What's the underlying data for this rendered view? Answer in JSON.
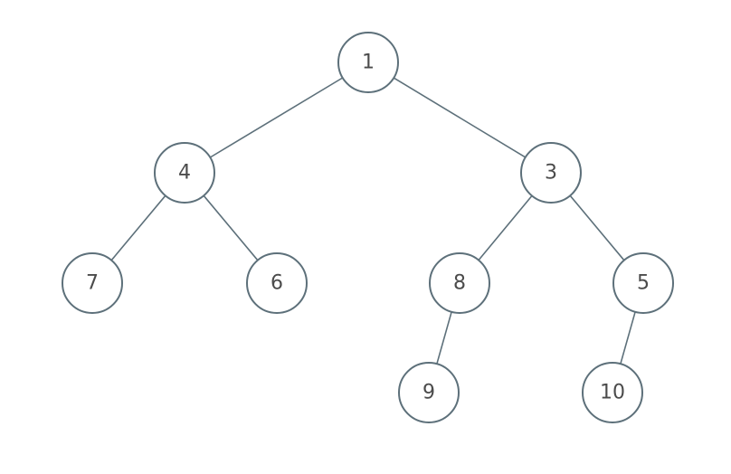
{
  "tree": {
    "nodes": [
      {
        "id": "n1",
        "label": "1"
      },
      {
        "id": "n4",
        "label": "4"
      },
      {
        "id": "n3",
        "label": "3"
      },
      {
        "id": "n7",
        "label": "7"
      },
      {
        "id": "n6",
        "label": "6"
      },
      {
        "id": "n8",
        "label": "8"
      },
      {
        "id": "n5",
        "label": "5"
      },
      {
        "id": "n9",
        "label": "9"
      },
      {
        "id": "n10",
        "label": "10"
      }
    ],
    "edges": [
      {
        "from": "n1",
        "to": "n4"
      },
      {
        "from": "n1",
        "to": "n3"
      },
      {
        "from": "n4",
        "to": "n7"
      },
      {
        "from": "n4",
        "to": "n6"
      },
      {
        "from": "n3",
        "to": "n8"
      },
      {
        "from": "n3",
        "to": "n5"
      },
      {
        "from": "n8",
        "to": "n9"
      },
      {
        "from": "n5",
        "to": "n10"
      }
    ],
    "colors": {
      "stroke": "#5d707a",
      "fill": "#ffffff",
      "text": "#4b4b4b"
    }
  }
}
